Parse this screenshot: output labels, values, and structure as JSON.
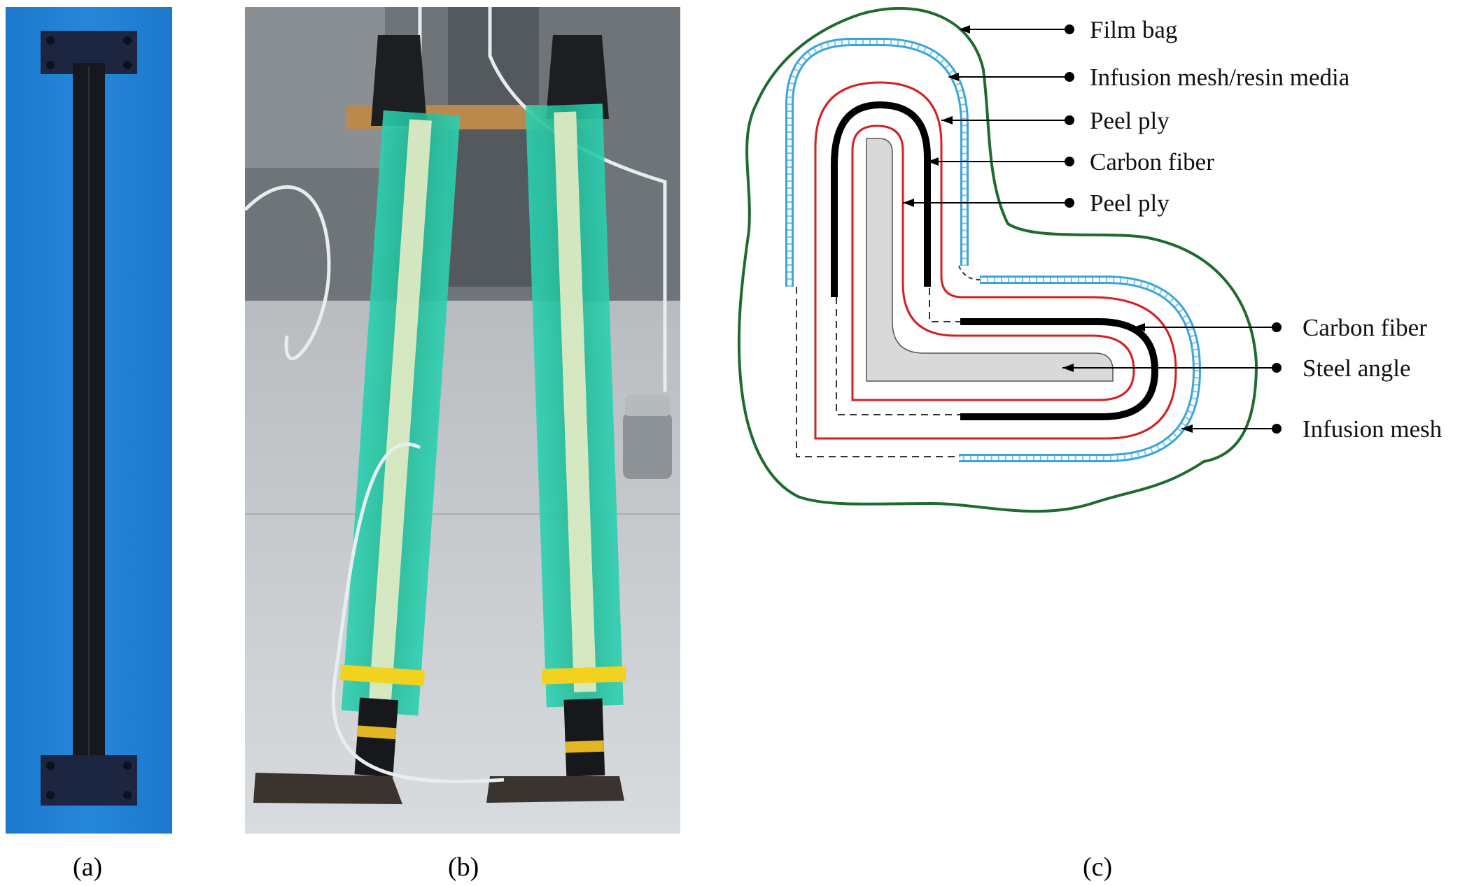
{
  "panels": {
    "a": {
      "caption": "(a)",
      "bg_color": "#1f7fd3",
      "steel_color": "#15191f",
      "plate_color": "#1c2640"
    },
    "b": {
      "caption": "(b)",
      "bag_color": "#27c3a3",
      "tape_color": "#f2d21e",
      "floor_color": "#cfd3d6"
    },
    "c": {
      "caption": "(c)",
      "labels": {
        "film_bag": "Film bag",
        "infusion_mesh_resin_media": "Infusion mesh/resin media",
        "peel_ply_outer": "Peel ply",
        "carbon_fiber_upper": "Carbon fiber",
        "peel_ply_inner": "Peel ply",
        "carbon_fiber_right": "Carbon fiber",
        "steel_angle": "Steel angle",
        "infusion_mesh": "Infusion mesh"
      },
      "colors": {
        "film_bag": "#1e6b2e",
        "infusion_mesh": "#3aa5d8",
        "peel_ply": "#d42020",
        "carbon_fiber": "#000000",
        "steel_angle": "#d9d9d9"
      }
    }
  }
}
